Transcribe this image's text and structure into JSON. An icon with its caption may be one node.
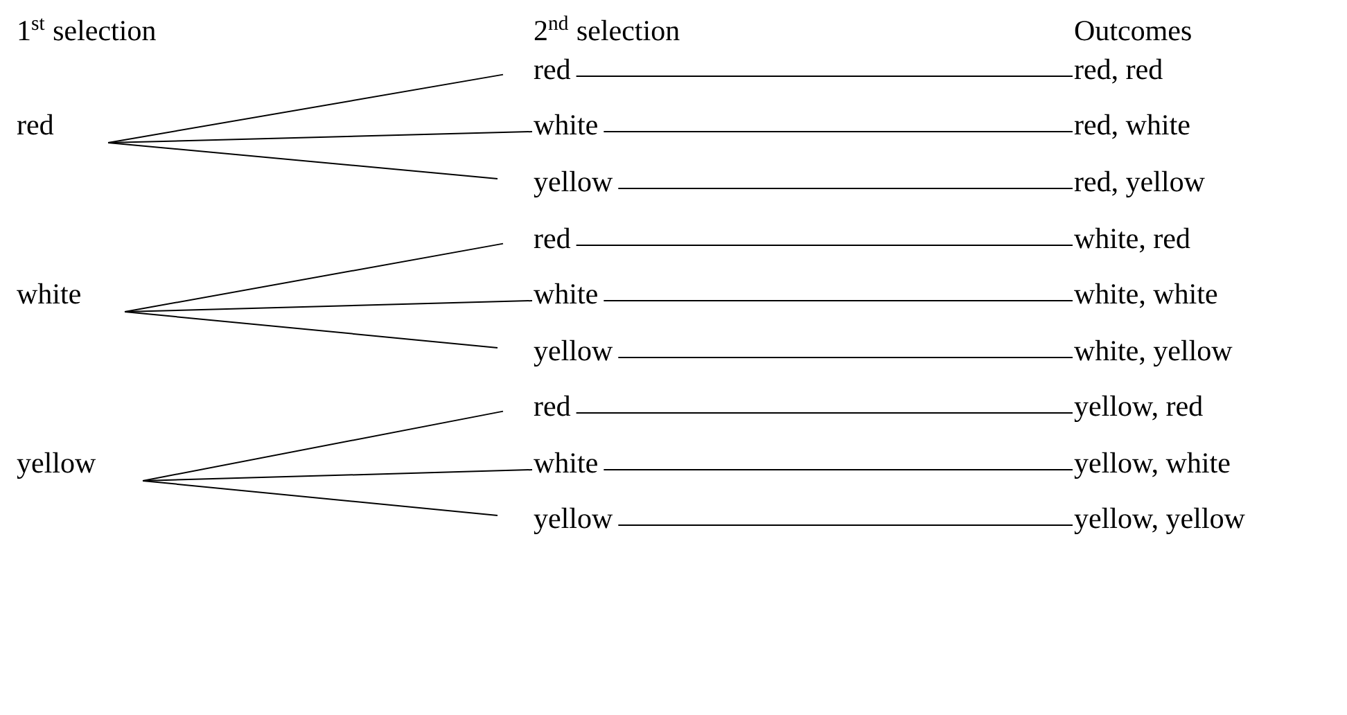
{
  "diagram": {
    "nodes": [
      {
        "text": [
          "red"
        ]
      },
      {
        "text": [
          "white"
        ]
      },
      {
        "text": [
          "yellow"
        ]
      },
      {
        "text": [
          "red"
        ]
      },
      {
        "text": [
          "white"
        ]
      },
      {
        "text": [
          "yellow"
        ]
      },
      {
        "text": [
          "red"
        ]
      },
      {
        "text": [
          "white"
        ]
      },
      {
        "text": [
          "yellow"
        ]
      },
      {
        "text": [
          "red"
        ]
      },
      {
        "text": [
          "white"
        ]
      },
      {
        "text": [
          "yellow"
        ]
      },
      {
        "text": [
          "red, red"
        ]
      },
      {
        "text": [
          "red, white"
        ]
      },
      {
        "text": [
          "red, yellow"
        ]
      },
      {
        "text": [
          "white, red"
        ]
      },
      {
        "text": [
          "white, white"
        ]
      },
      {
        "text": [
          "white, yellow"
        ]
      },
      {
        "text": [
          "yellow, red"
        ]
      },
      {
        "text": [
          "yellow, white"
        ]
      },
      {
        "text": [
          "yellow, yellow"
        ]
      }
    ],
    "edges": [
      {
        "from": 0,
        "to": 3,
        "arrow": "none"
      },
      {
        "from": 0,
        "to": 4,
        "arrow": "none"
      },
      {
        "from": 0,
        "to": 5,
        "arrow": "none"
      },
      {
        "from": 1,
        "to": 6,
        "arrow": "none"
      },
      {
        "from": 1,
        "to": 7,
        "arrow": "none"
      },
      {
        "from": 1,
        "to": 8,
        "arrow": "none"
      },
      {
        "from": 2,
        "to": 9,
        "arrow": "none"
      },
      {
        "from": 2,
        "to": 10,
        "arrow": "none"
      },
      {
        "from": 2,
        "to": 11,
        "arrow": "none"
      },
      {
        "from": 3,
        "to": 12,
        "arrow": "none"
      },
      {
        "from": 4,
        "to": 13,
        "arrow": "none"
      },
      {
        "from": 5,
        "to": 14,
        "arrow": "none"
      },
      {
        "from": 6,
        "to": 15,
        "arrow": "none"
      },
      {
        "from": 7,
        "to": 16,
        "arrow": "none"
      },
      {
        "from": 8,
        "to": 17,
        "arrow": "none"
      },
      {
        "from": 9,
        "to": 18,
        "arrow": "none"
      },
      {
        "from": 10,
        "to": 19,
        "arrow": "none"
      },
      {
        "from": 11,
        "to": 20,
        "arrow": "none"
      }
    ],
    "labels": [
      "1$^{st}$ selection",
      "2$^{nd}$ selection",
      "Outcomes"
    ]
  }
}
